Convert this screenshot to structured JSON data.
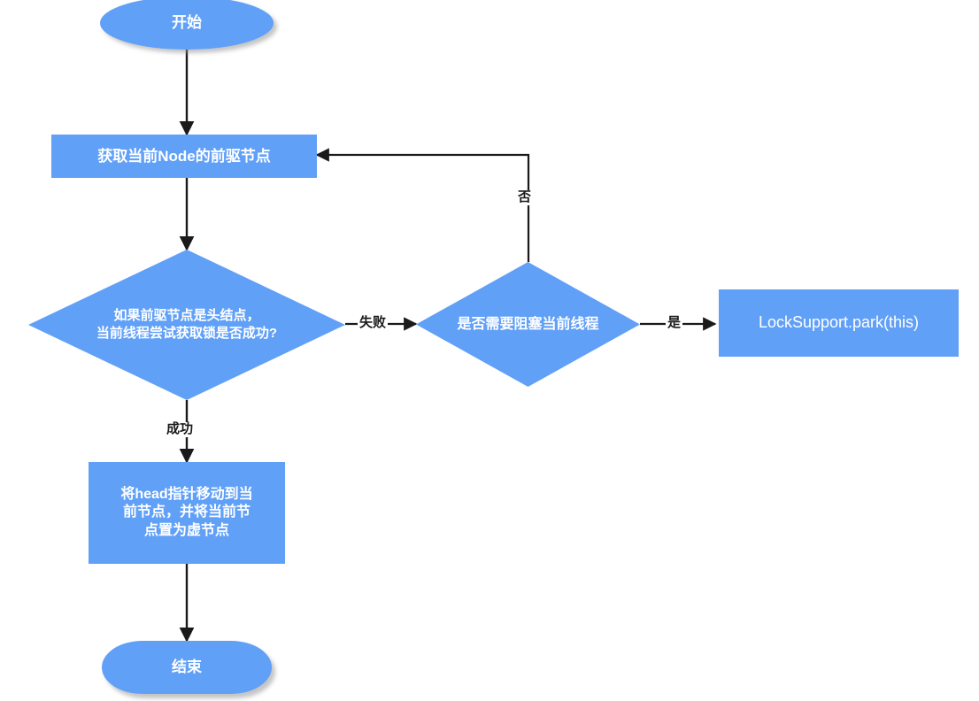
{
  "diagram": {
    "title": "AQS acquireQueued flowchart",
    "background_color": "#ffffff",
    "node_fill_color": "#61A0F7",
    "node_text_color": "#ffffff",
    "edge_color": "#1a1a1a"
  },
  "nodes": {
    "start": {
      "label": "开始",
      "shape": "ellipse"
    },
    "get_pred": {
      "label": "获取当前Node的前驱节点",
      "shape": "rectangle"
    },
    "try_acquire": {
      "label": "如果前驱节点是头结点，\n当前线程尝试获取锁是否成功?",
      "shape": "diamond"
    },
    "should_park": {
      "label": "是否需要阻塞当前线程",
      "shape": "diamond"
    },
    "park": {
      "label": "LockSupport.park(this)",
      "shape": "rectangle"
    },
    "set_head": {
      "label": "将head指针移动到当\n前节点，并将当前节\n点置为虚节点",
      "shape": "rectangle"
    },
    "end": {
      "label": "结束",
      "shape": "stadium"
    }
  },
  "edges": [
    {
      "id": "e-start-getpred",
      "from": "start",
      "to": "get_pred",
      "label": ""
    },
    {
      "id": "e-getpred-tryacquire",
      "from": "get_pred",
      "to": "try_acquire",
      "label": ""
    },
    {
      "id": "e-tryacquire-shouldpark",
      "from": "try_acquire",
      "to": "should_park",
      "label": "失败"
    },
    {
      "id": "e-shouldpark-park",
      "from": "should_park",
      "to": "park",
      "label": "是"
    },
    {
      "id": "e-shouldpark-getpred",
      "from": "should_park",
      "to": "get_pred",
      "label": "否"
    },
    {
      "id": "e-tryacquire-sethead",
      "from": "try_acquire",
      "to": "set_head",
      "label": "成功"
    },
    {
      "id": "e-sethead-end",
      "from": "set_head",
      "to": "end",
      "label": ""
    }
  ],
  "edge_labels": {
    "fail": "失败",
    "yes": "是",
    "no": "否",
    "success": "成功"
  }
}
